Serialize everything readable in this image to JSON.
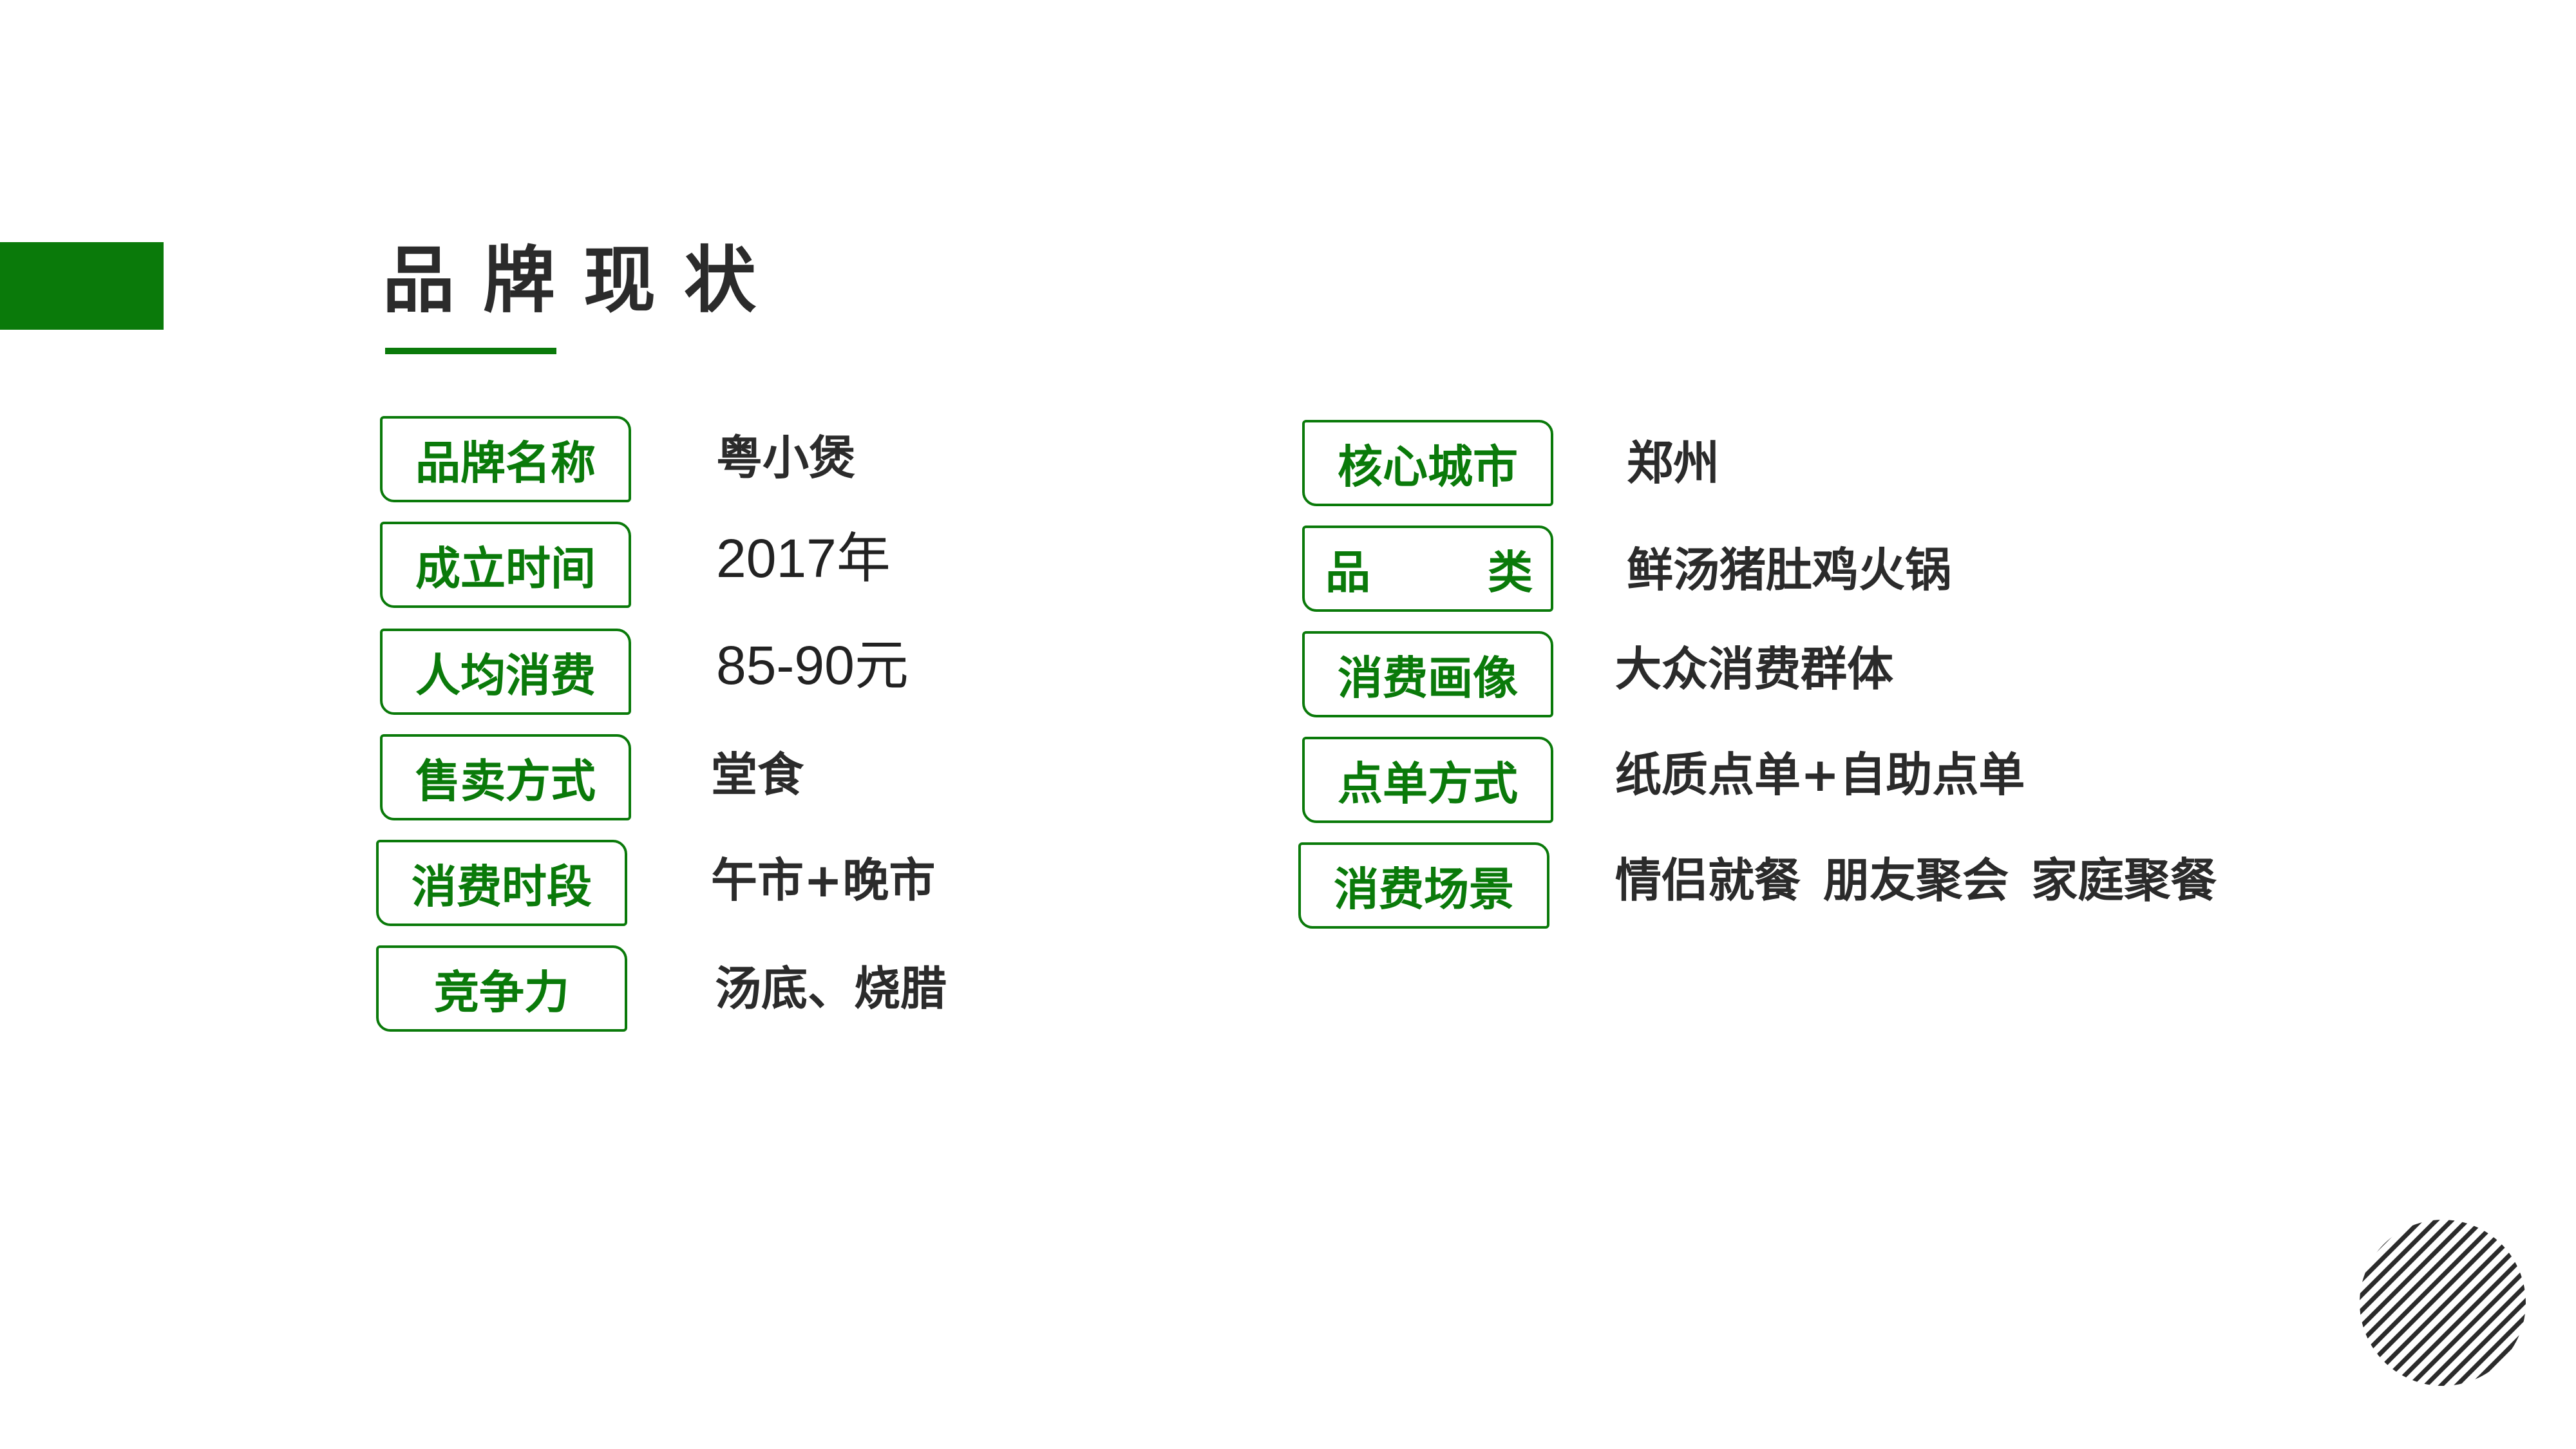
{
  "page": {
    "title": "品牌现状",
    "accent_color": "#0a7a0a",
    "text_color": "#2b2b2b"
  },
  "left_column": [
    {
      "label": "品牌名称",
      "value": "粤小煲"
    },
    {
      "label": "成立时间",
      "value": "2017年"
    },
    {
      "label": "人均消费",
      "value": "85-90元"
    },
    {
      "label": "售卖方式",
      "value": "堂食"
    },
    {
      "label": "消费时段",
      "value": "午市+晚市"
    },
    {
      "label": "竞争力",
      "value": "汤底、烧腊"
    }
  ],
  "right_column": [
    {
      "label": "核心城市",
      "value": "郑州"
    },
    {
      "label_char_1": "品",
      "label_char_2": "类",
      "value": "鲜汤猪肚鸡火锅"
    },
    {
      "label": "消费画像",
      "value": "大众消费群体"
    },
    {
      "label": "点单方式",
      "value": "纸质点单+自助点单"
    },
    {
      "label": "消费场景",
      "value": "情侣就餐 朋友聚会 家庭聚餐"
    }
  ],
  "decoration": {
    "icon": "striped-circle-icon"
  }
}
